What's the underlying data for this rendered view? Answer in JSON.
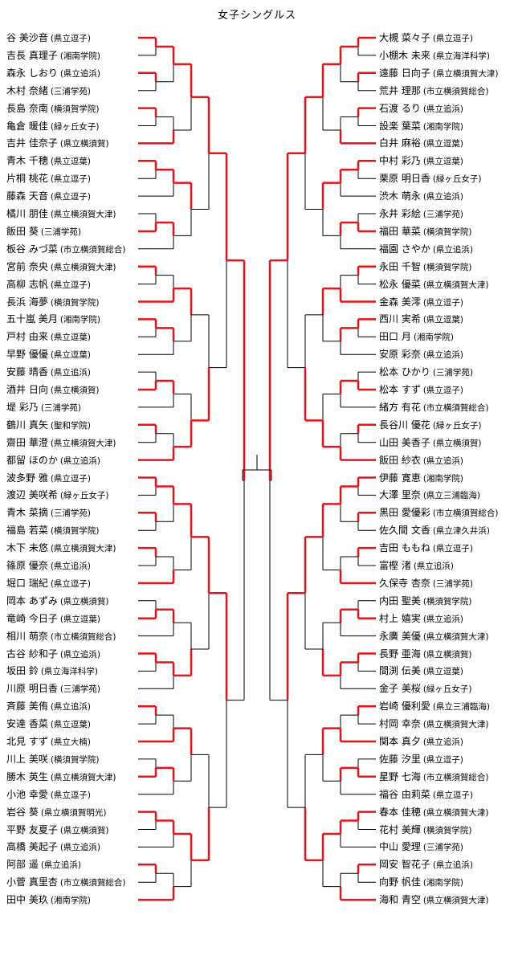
{
  "title": "女子シングルス",
  "colors": {
    "winner_line": "#e8141c",
    "line": "#000000"
  },
  "left_players": [
    {
      "name": "谷 美沙音",
      "school": "(県立逗子)"
    },
    {
      "name": "吉長 真理子",
      "school": "(湘南学院)"
    },
    {
      "name": "森永 しおり",
      "school": "(県立追浜)"
    },
    {
      "name": "木村 奈緒",
      "school": "(三浦学苑)"
    },
    {
      "name": "長島 奈南",
      "school": "(横須賀学院)"
    },
    {
      "name": "亀倉 暖佳",
      "school": "(緑ヶ丘女子)"
    },
    {
      "name": "吉井 佳奈子",
      "school": "(県立横須賀)"
    },
    {
      "name": "青木 千穂",
      "school": "(県立逗葉)"
    },
    {
      "name": "片桐 桃花",
      "school": "(県立逗子)"
    },
    {
      "name": "藤森 天音",
      "school": "(県立逗子)"
    },
    {
      "name": "橘川 朋佳",
      "school": "(県立横須賀大津)"
    },
    {
      "name": "飯田 葵",
      "school": "(三浦学苑)"
    },
    {
      "name": "板谷 みづ菜",
      "school": "(市立横須賀総合)"
    },
    {
      "name": "宮前 奈央",
      "school": "(県立横須賀大津)"
    },
    {
      "name": "高柳 志帆",
      "school": "(県立逗子)"
    },
    {
      "name": "長浜 海夢",
      "school": "(横須賀学院)"
    },
    {
      "name": "五十嵐 美月",
      "school": "(湘南学院)"
    },
    {
      "name": "戸村 由来",
      "school": "(県立逗葉)"
    },
    {
      "name": "早野 優優",
      "school": "(県立逗葉)"
    },
    {
      "name": "安藤 晴香",
      "school": "(県立追浜)"
    },
    {
      "name": "酒井 日向",
      "school": "(県立横須賀)"
    },
    {
      "name": "堤 彩乃",
      "school": "(三浦学苑)"
    },
    {
      "name": "鶴川 真矢",
      "school": "(聖和学院)"
    },
    {
      "name": "齋田 華澄",
      "school": "(県立横須賀大津)"
    },
    {
      "name": "都留 ほのか",
      "school": "(県立追浜)"
    },
    {
      "name": "波多野 雅",
      "school": "(県立逗子)"
    },
    {
      "name": "渡辺 美咲希",
      "school": "(緑ヶ丘女子)"
    },
    {
      "name": "青木 菜摘",
      "school": "(三浦学苑)"
    },
    {
      "name": "福島 若菜",
      "school": "(横須賀学院)"
    },
    {
      "name": "木下 未悠",
      "school": "(県立横須賀大津)"
    },
    {
      "name": "篠原 優奈",
      "school": "(県立追浜)"
    },
    {
      "name": "堀口 瑞紀",
      "school": "(県立逗子)"
    },
    {
      "name": "岡本 あずみ",
      "school": "(県立横須賀)"
    },
    {
      "name": "竜崎 今日子",
      "school": "(県立逗葉)"
    },
    {
      "name": "相川 萌奈",
      "school": "(市立横須賀総合)"
    },
    {
      "name": "古谷 紗和子",
      "school": "(県立追浜)"
    },
    {
      "name": "坂田 鈴",
      "school": "(県立海洋科学)"
    },
    {
      "name": "川原 明日香",
      "school": "(三浦学苑)"
    },
    {
      "name": "斉藤 美侑",
      "school": "(県立追浜)"
    },
    {
      "name": "安達 香菜",
      "school": "(県立逗葉)"
    },
    {
      "name": "北見 すず",
      "school": "(県立大楠)"
    },
    {
      "name": "川上 美咲",
      "school": "(横須賀学院)"
    },
    {
      "name": "勝木 英生",
      "school": "(県立横須賀大津)"
    },
    {
      "name": "小池 幸愛",
      "school": "(県立逗子)"
    },
    {
      "name": "岩谷 葵",
      "school": "(県立横須賀明光)"
    },
    {
      "name": "平野 友夏子",
      "school": "(県立横須賀)"
    },
    {
      "name": "高橋 美起子",
      "school": "(県立追浜)"
    },
    {
      "name": "阿部 遥",
      "school": "(県立追浜)"
    },
    {
      "name": "小菅 真里杏",
      "school": "(市立横須賀総合)"
    },
    {
      "name": "田中 美玖",
      "school": "(湘南学院)"
    }
  ],
  "right_players": [
    {
      "name": "大槻 菜々子",
      "school": "(県立逗子)"
    },
    {
      "name": "小棚木 未来",
      "school": "(県立海洋科学)"
    },
    {
      "name": "遠藤 日向子",
      "school": "(県立横須賀大津)"
    },
    {
      "name": "荒井 理那",
      "school": "(市立横須賀総合)"
    },
    {
      "name": "石渡 るり",
      "school": "(県立追浜)"
    },
    {
      "name": "設楽 葉菜",
      "school": "(湘南学院)"
    },
    {
      "name": "白井 麻裕",
      "school": "(県立逗葉)"
    },
    {
      "name": "中村 彩乃",
      "school": "(県立逗葉)"
    },
    {
      "name": "栗原 明日香",
      "school": "(緑ヶ丘女子)"
    },
    {
      "name": "渋木 萌永",
      "school": "(県立追浜)"
    },
    {
      "name": "永井 彩絵",
      "school": "(三浦学苑)"
    },
    {
      "name": "福田 華菜",
      "school": "(横須賀学院)"
    },
    {
      "name": "福園 さやか",
      "school": "(県立追浜)"
    },
    {
      "name": "永田 千智",
      "school": "(横須賀学院)"
    },
    {
      "name": "松永 優菜",
      "school": "(県立横須賀大津)"
    },
    {
      "name": "金森 美澪",
      "school": "(県立逗子)"
    },
    {
      "name": "西川 実希",
      "school": "(県立逗葉)"
    },
    {
      "name": "田口 月",
      "school": "(湘南学院)"
    },
    {
      "name": "安原 彩奈",
      "school": "(県立追浜)"
    },
    {
      "name": "松本 ひかり",
      "school": "(三浦学苑)"
    },
    {
      "name": "松本 すず",
      "school": "(県立逗子)"
    },
    {
      "name": "緒方 有花",
      "school": "(市立横須賀総合)"
    },
    {
      "name": "長谷川 優花",
      "school": "(緑ヶ丘女子)"
    },
    {
      "name": "山田 美香子",
      "school": "(県立横須賀)"
    },
    {
      "name": "飯田 紗衣",
      "school": "(県立追浜)"
    },
    {
      "name": "伊藤 寛恵",
      "school": "(湘南学院)"
    },
    {
      "name": "大澤 里奈",
      "school": "(県立三浦臨海)"
    },
    {
      "name": "黒田 愛優彩",
      "school": "(市立横須賀総合)"
    },
    {
      "name": "佐久間 文香",
      "school": "(県立津久井浜)"
    },
    {
      "name": "吉田 ももね",
      "school": "(県立逗子)"
    },
    {
      "name": "富樫 渚",
      "school": "(県立追浜)"
    },
    {
      "name": "久保寺 杏奈",
      "school": "(三浦学苑)"
    },
    {
      "name": "内田 聖美",
      "school": "(横須賀学院)"
    },
    {
      "name": "村上 嬉実",
      "school": "(県立追浜)"
    },
    {
      "name": "永廣 美優",
      "school": "(県立横須賀大津)"
    },
    {
      "name": "長野 亜海",
      "school": "(県立横須賀)"
    },
    {
      "name": "間渕 伝美",
      "school": "(県立逗葉)"
    },
    {
      "name": "金子 美桜",
      "school": "(緑ヶ丘女子)"
    },
    {
      "name": "岩崎 優利愛",
      "school": "(県立三浦臨海)"
    },
    {
      "name": "村岡 幸奈",
      "school": "(県立横須賀大津)"
    },
    {
      "name": "関本 真夕",
      "school": "(県立追浜)"
    },
    {
      "name": "佐藤 汐里",
      "school": "(県立逗子)"
    },
    {
      "name": "星野 七海",
      "school": "(市立横須賀総合)"
    },
    {
      "name": "福谷 由莉菜",
      "school": "(県立逗子)"
    },
    {
      "name": "春本 佳穂",
      "school": "(県立横須賀大津)"
    },
    {
      "name": "花村 美輝",
      "school": "(横須賀学院)"
    },
    {
      "name": "中山 愛理",
      "school": "(三浦学苑)"
    },
    {
      "name": "岡安 智花子",
      "school": "(県立追浜)"
    },
    {
      "name": "向野 帆佳",
      "school": "(湘南学院)"
    },
    {
      "name": "海和 青空",
      "school": "(県立横須賀大津)"
    }
  ]
}
